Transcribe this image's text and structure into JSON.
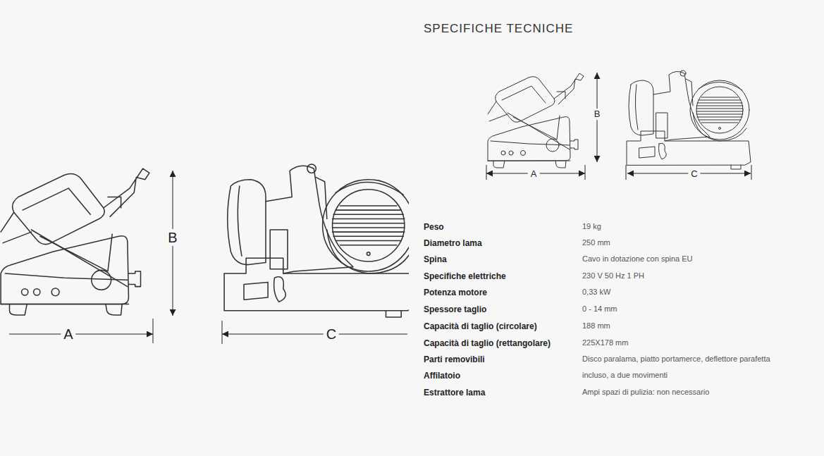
{
  "diagram": {
    "title": "SPECIFICHE TECNICHE",
    "labels": [
      "B",
      "A",
      "C",
      "B",
      "A",
      "C",
      "Peso",
      "19 kg",
      "Diametro lama",
      "250 mm",
      "Spina",
      "Cavo in dotazione con spina EU",
      "Specifiche elettriche",
      "230 V 50 Hz 1 PH",
      "Potenza motore",
      "0,33 kW",
      "Spessore taglio",
      "0 - 14 mm",
      "Capacità di taglio (circolare)",
      "188 mm",
      "Capacità di taglio (rettangolare)",
      "225X178 mm",
      "Parti removibili",
      "Disco paralama, piatto portamerce, deflettore parafetta",
      "Affilatoio",
      "incluso, a due movimenti",
      "Estrattore lama",
      "Ampi spazi di pulizia: non necessario"
    ]
  }
}
